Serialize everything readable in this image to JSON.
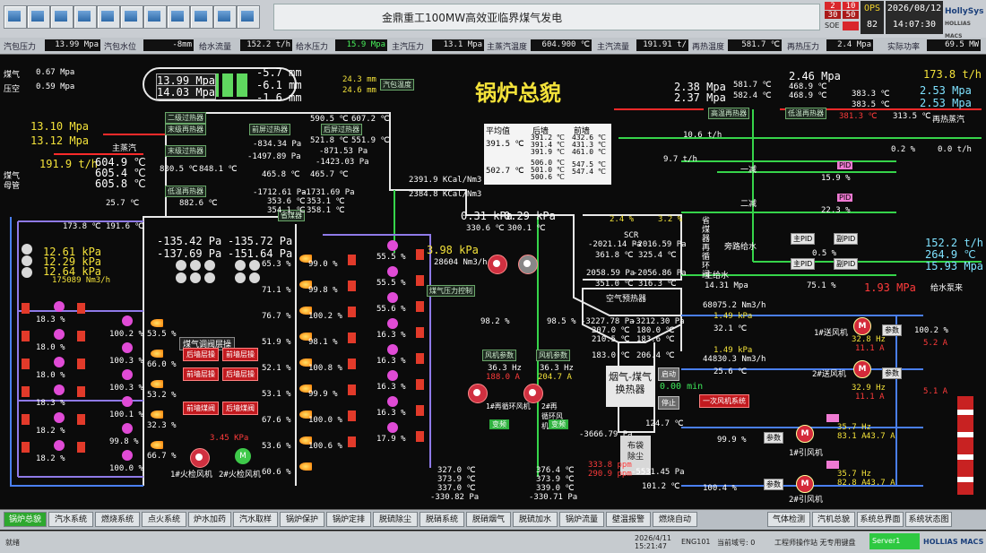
{
  "header": {
    "title": "金鼎重工100MW高效亚临界煤气发电",
    "alarm_codes": [
      "2",
      "10",
      "30",
      "50"
    ],
    "soe_label": "SOE",
    "ops_label": "OPS",
    "ops_value": "82",
    "date": "2026/08/12",
    "time": "14:07:30",
    "logo_line1": "HollySys",
    "logo_line2": "HOLLIAS MACS"
  },
  "param_row": [
    {
      "label": "汽包压力",
      "value": "13.99 Mpa"
    },
    {
      "label": "汽包水位",
      "value": "-8mm"
    },
    {
      "label": "给水流量",
      "value": "152.2 t/h"
    },
    {
      "label": "给水压力",
      "value": "15.9 Mpa"
    },
    {
      "label": "主汽压力",
      "value": "13.1 Mpa"
    },
    {
      "label": "主蒸汽温度",
      "value": "604.900 ℃"
    },
    {
      "label": "主汽流量",
      "value": "191.91 t/"
    },
    {
      "label": "再热温度",
      "value": "581.7 ℃"
    },
    {
      "label": "再热压力",
      "value": "2.4 Mpa"
    },
    {
      "label": "实际功率",
      "value": "69.5 MW"
    }
  ],
  "scene": {
    "main_title": "锅炉总貌",
    "left": {
      "coal_gas_label": "煤气",
      "coal_gas_value": "0.67 Mpa",
      "pressure_label": "压空",
      "pressure_value": "0.59 Mpa",
      "drum_values": [
        "13.99 Mpa",
        "14.03 Mpa"
      ],
      "drum_levels": [
        "-5.7 mm",
        "-6.1 mm",
        "-1.6 mm"
      ],
      "drum_temp": [
        "24.3 mm",
        "24.6 mm"
      ],
      "drum_temp_btn": "汽包温度",
      "main_steam_p": [
        "13.10 Mpa",
        "13.12 Mpa"
      ],
      "main_steam_label": "主蒸汽",
      "main_flow": "191.9 t/h",
      "main_temps": [
        "604.9 ℃",
        "605.4 ℃",
        "605.8 ℃"
      ],
      "t1": "25.7 ℃",
      "coal_main_label": "煤气母管",
      "t2": "173.8 ℃",
      "t3": "191.6 ℃",
      "kpa_vals": [
        "12.61 kPa",
        "12.29 kPa",
        "12.64 kPa"
      ],
      "gas_flow": "175089 Nm3/h",
      "dp_vals": [
        "-135.42 Pa",
        "-137.69 Pa",
        "-135.72 Pa",
        "-151.64 Pa"
      ]
    },
    "superheater": {
      "labels": [
        "二级过热器",
        "末级再热器",
        "末级过热器",
        "低温再热器",
        "前屏过热器",
        "后屏过热器",
        "省煤器"
      ],
      "temps_a": [
        "830.5 ℃",
        "848.1 ℃",
        "882.6 ℃"
      ],
      "pa_vals": [
        "-834.34 Pa",
        "-1497.89 Pa"
      ],
      "temps_b": [
        "590.5 ℃",
        "607.2 ℃",
        "521.8 ℃",
        "551.9 ℃"
      ],
      "pa_vals2": [
        "-871.53 Pa",
        "-1423.03 Pa"
      ],
      "temps_c": [
        "465.8 ℃",
        "465.7 ℃"
      ],
      "pa_vals3": [
        "-1712.61 Pa",
        "-1731.69 Pa"
      ],
      "temps_d": [
        "353.6 ℃",
        "353.1 ℃",
        "354.1 ℃",
        "358.1 ℃"
      ],
      "heat1": "2391.9 KCal/Nm3",
      "heat2": "2384.8 KCal/Nm3"
    },
    "temp_table": {
      "headers": [
        "平均值",
        "后墙",
        "前墙"
      ],
      "rows": [
        [
          "391.5 ℃",
          "391.2 ℃\n391.4 ℃\n391.9 ℃",
          "432.6 ℃\n431.3 ℃\n461.0 ℃"
        ],
        [
          "502.7 ℃",
          "506.0 ℃\n501.0 ℃\n500.6 ℃",
          "547.5 ℃\n547.4 ℃"
        ]
      ]
    },
    "reheat": {
      "p1": [
        "2.38 Mpa",
        "2.37 Mpa"
      ],
      "t1": [
        "581.7 ℃",
        "582.4 ℃"
      ],
      "p2": [
        "2.46 Mpa",
        "468.9 ℃",
        "468.9 ℃"
      ],
      "flow": "173.8 t/h",
      "t2": [
        "383.3 ℃",
        "383.5 ℃"
      ],
      "p3": [
        "2.53 Mpa",
        "2.53 Mpa"
      ],
      "t3": "381.3 ℃",
      "t4": "313.5 ℃",
      "reheat_label": "再热蒸汽",
      "inlet_label": "高温再热器",
      "outlet_label": "低温再热器",
      "flow2": "10.6 t/h",
      "flow3": "9.7 t/h",
      "pct1": "0.2 %",
      "flow4": "0.0 t/h",
      "pct2": "15.9 %",
      "pct3": "22.3 %",
      "pct4": "0.5 %",
      "pct5": "75.1 %",
      "feed_vals": [
        "152.2 t/h",
        "264.9 ℃",
        "15.93 Mpa"
      ],
      "feed_p": "1.93 MPa",
      "feed_label": "给水泵来",
      "main_line_label": "主给水",
      "econ_label": "省煤器再循环阀",
      "bypass_label": "旁路给水",
      "bypass_p": "14.31 Mpa",
      "one_stage": "一减",
      "two_stage": "二减",
      "pid_labels": [
        "PID",
        "PID",
        "主PID",
        "副PID",
        "主PID",
        "副PID"
      ]
    },
    "scr": {
      "kpa_vals": [
        "0.31 kPa",
        "0.29 kPa"
      ],
      "temps": [
        "330.6 ℃",
        "300.1 ℃"
      ],
      "pct": [
        "2.4 %",
        "3.2 %"
      ],
      "label": "SCR",
      "vals": [
        "-2021.14 Pa",
        "-2016.59 Pa",
        "361.8 ℃",
        "325.4 ℃"
      ],
      "vals2": [
        "2058.59 Pa",
        "-2056.86 Pa",
        "351.0 ℃",
        "316.3 ℃"
      ],
      "air_heater_label": "空气预热器",
      "kpa": "3.98 kPa",
      "gas_flow": "28604 Nm3/h",
      "fan_label": "煤气压力控制"
    },
    "flue": {
      "vals": [
        "-3227.78 Pa",
        "-3212.30 Pa",
        "207.0 ℃",
        "180.0 ℃",
        "210.5 ℃",
        "183.6 ℃",
        "183.0 ℃",
        "206.4 ℃"
      ],
      "hx_label": "烟气-煤气\n换热器",
      "start": "启动",
      "stop": "停止",
      "min": "0.00 min",
      "t": "124.7 ℃",
      "p": "-3666.79 Pa",
      "dust_label": "布袋\n除尘",
      "p2": "-5531.45 Pa",
      "t2": "101.2 ℃",
      "ppm": [
        "333.8 ppm",
        "290.9 ppm"
      ]
    },
    "recirc": {
      "pct": [
        "98.2 %",
        "98.5 %"
      ],
      "label1": "风机参数",
      "label2": "风机参数",
      "hz": [
        "36.3 Hz",
        "36.3 Hz"
      ],
      "amp": [
        "188.0 A",
        "204.7 A"
      ],
      "fan1": "1#再循环风机",
      "fan2": "2#再循环风机",
      "ctrl": [
        "变频",
        "变频"
      ],
      "bottom": [
        "327.0 ℃",
        "373.9 ℃",
        "337.0 ℃",
        "-330.82 Pa",
        "376.4 ℃",
        "373.9 ℃",
        "339.0 ℃",
        "-330.71 Pa"
      ]
    },
    "burner_pct_col1": [
      "65.3 %",
      "71.1 %",
      "76.7 %",
      "51.9 %",
      "52.1 %",
      "53.1 %",
      "67.6 %",
      "53.6 %",
      "60.6 %"
    ],
    "burner_pct_col2": [
      "99.0 %",
      "99.8 %",
      "100.2 %",
      "98.1 %",
      "100.8 %",
      "99.9 %",
      "100.0 %",
      "100.6 %"
    ],
    "burner_pct_col3": [
      "55.5 %",
      "55.5 %",
      "55.6 %",
      "16.3 %",
      "16.3 %",
      "16.3 %",
      "16.3 %",
      "17.9 %"
    ],
    "lower_left_pct": [
      "18.3 %",
      "18.0 %",
      "18.0 %",
      "18.3 %",
      "18.2 %",
      "18.2 %"
    ],
    "lower_mid_pct": [
      "100.2 %",
      "100.3 %",
      "100.3 %",
      "100.1 %",
      "99.8 %",
      "100.0 %"
    ],
    "flame_pct": [
      "53.5 %",
      "66.0 %",
      "53.2 %",
      "32.3 %",
      "66.7 %"
    ],
    "furnace_ctrl": {
      "title": "煤气调阀层操",
      "btns": [
        "前墙层操",
        "后墙层操",
        "前墙煤阀",
        "后墙煤阀",
        "后墙层操",
        "前墙层操"
      ],
      "kpa": "3.45 KPa",
      "fans": [
        "1#火检风机",
        "2#火检风机"
      ]
    },
    "fans": {
      "flow1": "68075.2 Nm3/h",
      "kpa1": "1.49 kPa",
      "t1": "32.1 ℃",
      "hz1": "32.8 Hz",
      "a1": "11.1 A",
      "pct1": "100.2 %",
      "a2": "5.2 A",
      "name1": "1#送风机",
      "flow2": "1.49 kPa",
      "flow3": "44830.3 Nm3/h",
      "t2": "25.6 ℃",
      "hz2": "32.9 Hz",
      "a3": "11.1 A",
      "a4": "5.1 A",
      "name2": "2#送风机",
      "param_lbl": "参数",
      "alarm": "一次风机系统",
      "id_pct": "99.9 %",
      "id_hz1": "35.7 Hz",
      "id_a1": "83.1 A",
      "id_a2": "43.7 A",
      "id_name1": "1#引风机",
      "id_pct2": "100.4 %",
      "id_hz2": "35.7 Hz",
      "id_a3": "82.8 A",
      "id_a4": "43.7 A",
      "id_name2": "2#引风机"
    }
  },
  "nav_tabs": [
    "锅炉总貌",
    "汽水系统",
    "燃烧系统",
    "点火系统",
    "炉水加药",
    "汽水取样",
    "锅炉保护",
    "锅炉定排",
    "脱硫除尘",
    "脱硝系统",
    "脱硝烟气",
    "脱硫加水",
    "锅炉流量",
    "壁温报警",
    "燃烧自动",
    "气体检测",
    "汽机总貌",
    "系统总界面",
    "系统状态图"
  ],
  "status_bar": {
    "left": "就绪",
    "date": "2026/4/11",
    "time": "15:21:47",
    "user": "ENG101",
    "domain": "当前域号: 0",
    "station": "工程师操作站  无专用键盘",
    "server": "Server1",
    "brand": "HOLLIAS MACS"
  }
}
